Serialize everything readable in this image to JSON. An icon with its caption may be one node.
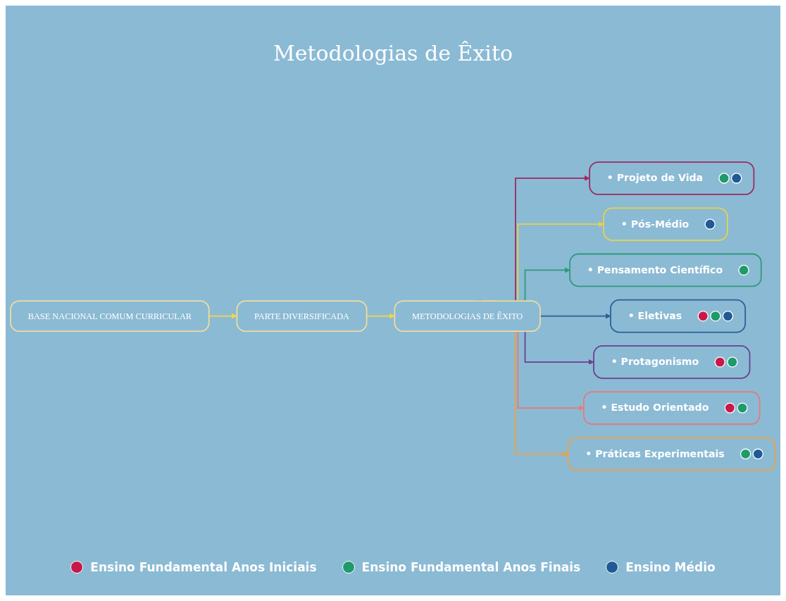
{
  "diagram": {
    "title": "Metodologias de Êxito",
    "nodes": [
      {
        "text": [
          "BASE NACIONAL COMUM CURRICULAR"
        ]
      },
      {
        "text": [
          "PARTE DIVERSIFICADA"
        ]
      },
      {
        "text": [
          "METODOLOGIAS DE ÊXITO"
        ]
      },
      {
        "text": [
          "• Projeto de Vida"
        ]
      },
      {
        "text": [
          "• Pós-Médio"
        ]
      },
      {
        "text": [
          "• Pensamento Científico"
        ]
      },
      {
        "text": [
          "• Eletivas"
        ]
      },
      {
        "text": [
          "• Protagonismo"
        ]
      },
      {
        "text": [
          "• Estudo Orientado"
        ]
      },
      {
        "text": [
          "• Práticas Experimentais"
        ]
      }
    ],
    "edges": [
      {
        "from": 0,
        "to": 1,
        "arrow": "to",
        "color": "#f5d547"
      },
      {
        "from": 1,
        "to": 2,
        "arrow": "to",
        "color": "#f5d547"
      },
      {
        "from": 2,
        "to": 3,
        "arrow": "to",
        "color": "#9b2a63"
      },
      {
        "from": 2,
        "to": 4,
        "arrow": "to",
        "color": "#e8d24a"
      },
      {
        "from": 2,
        "to": 5,
        "arrow": "to",
        "color": "#2e9a7a"
      },
      {
        "from": 2,
        "to": 6,
        "arrow": "to",
        "color": "#2a5f96"
      },
      {
        "from": 2,
        "to": 7,
        "arrow": "to",
        "color": "#6a3f8e"
      },
      {
        "from": 2,
        "to": 8,
        "arrow": "to",
        "color": "#e87878"
      },
      {
        "from": 2,
        "to": 9,
        "arrow": "to",
        "color": "#f0a040"
      }
    ],
    "legend": [
      {
        "text": "Ensino Fundamental Anos Iniciais",
        "color": "#c8184a"
      },
      {
        "text": "Ensino Fundamental Anos Finais",
        "color": "#1f9a6a"
      },
      {
        "text": "Ensino Médio",
        "color": "#1f5a96"
      }
    ]
  }
}
